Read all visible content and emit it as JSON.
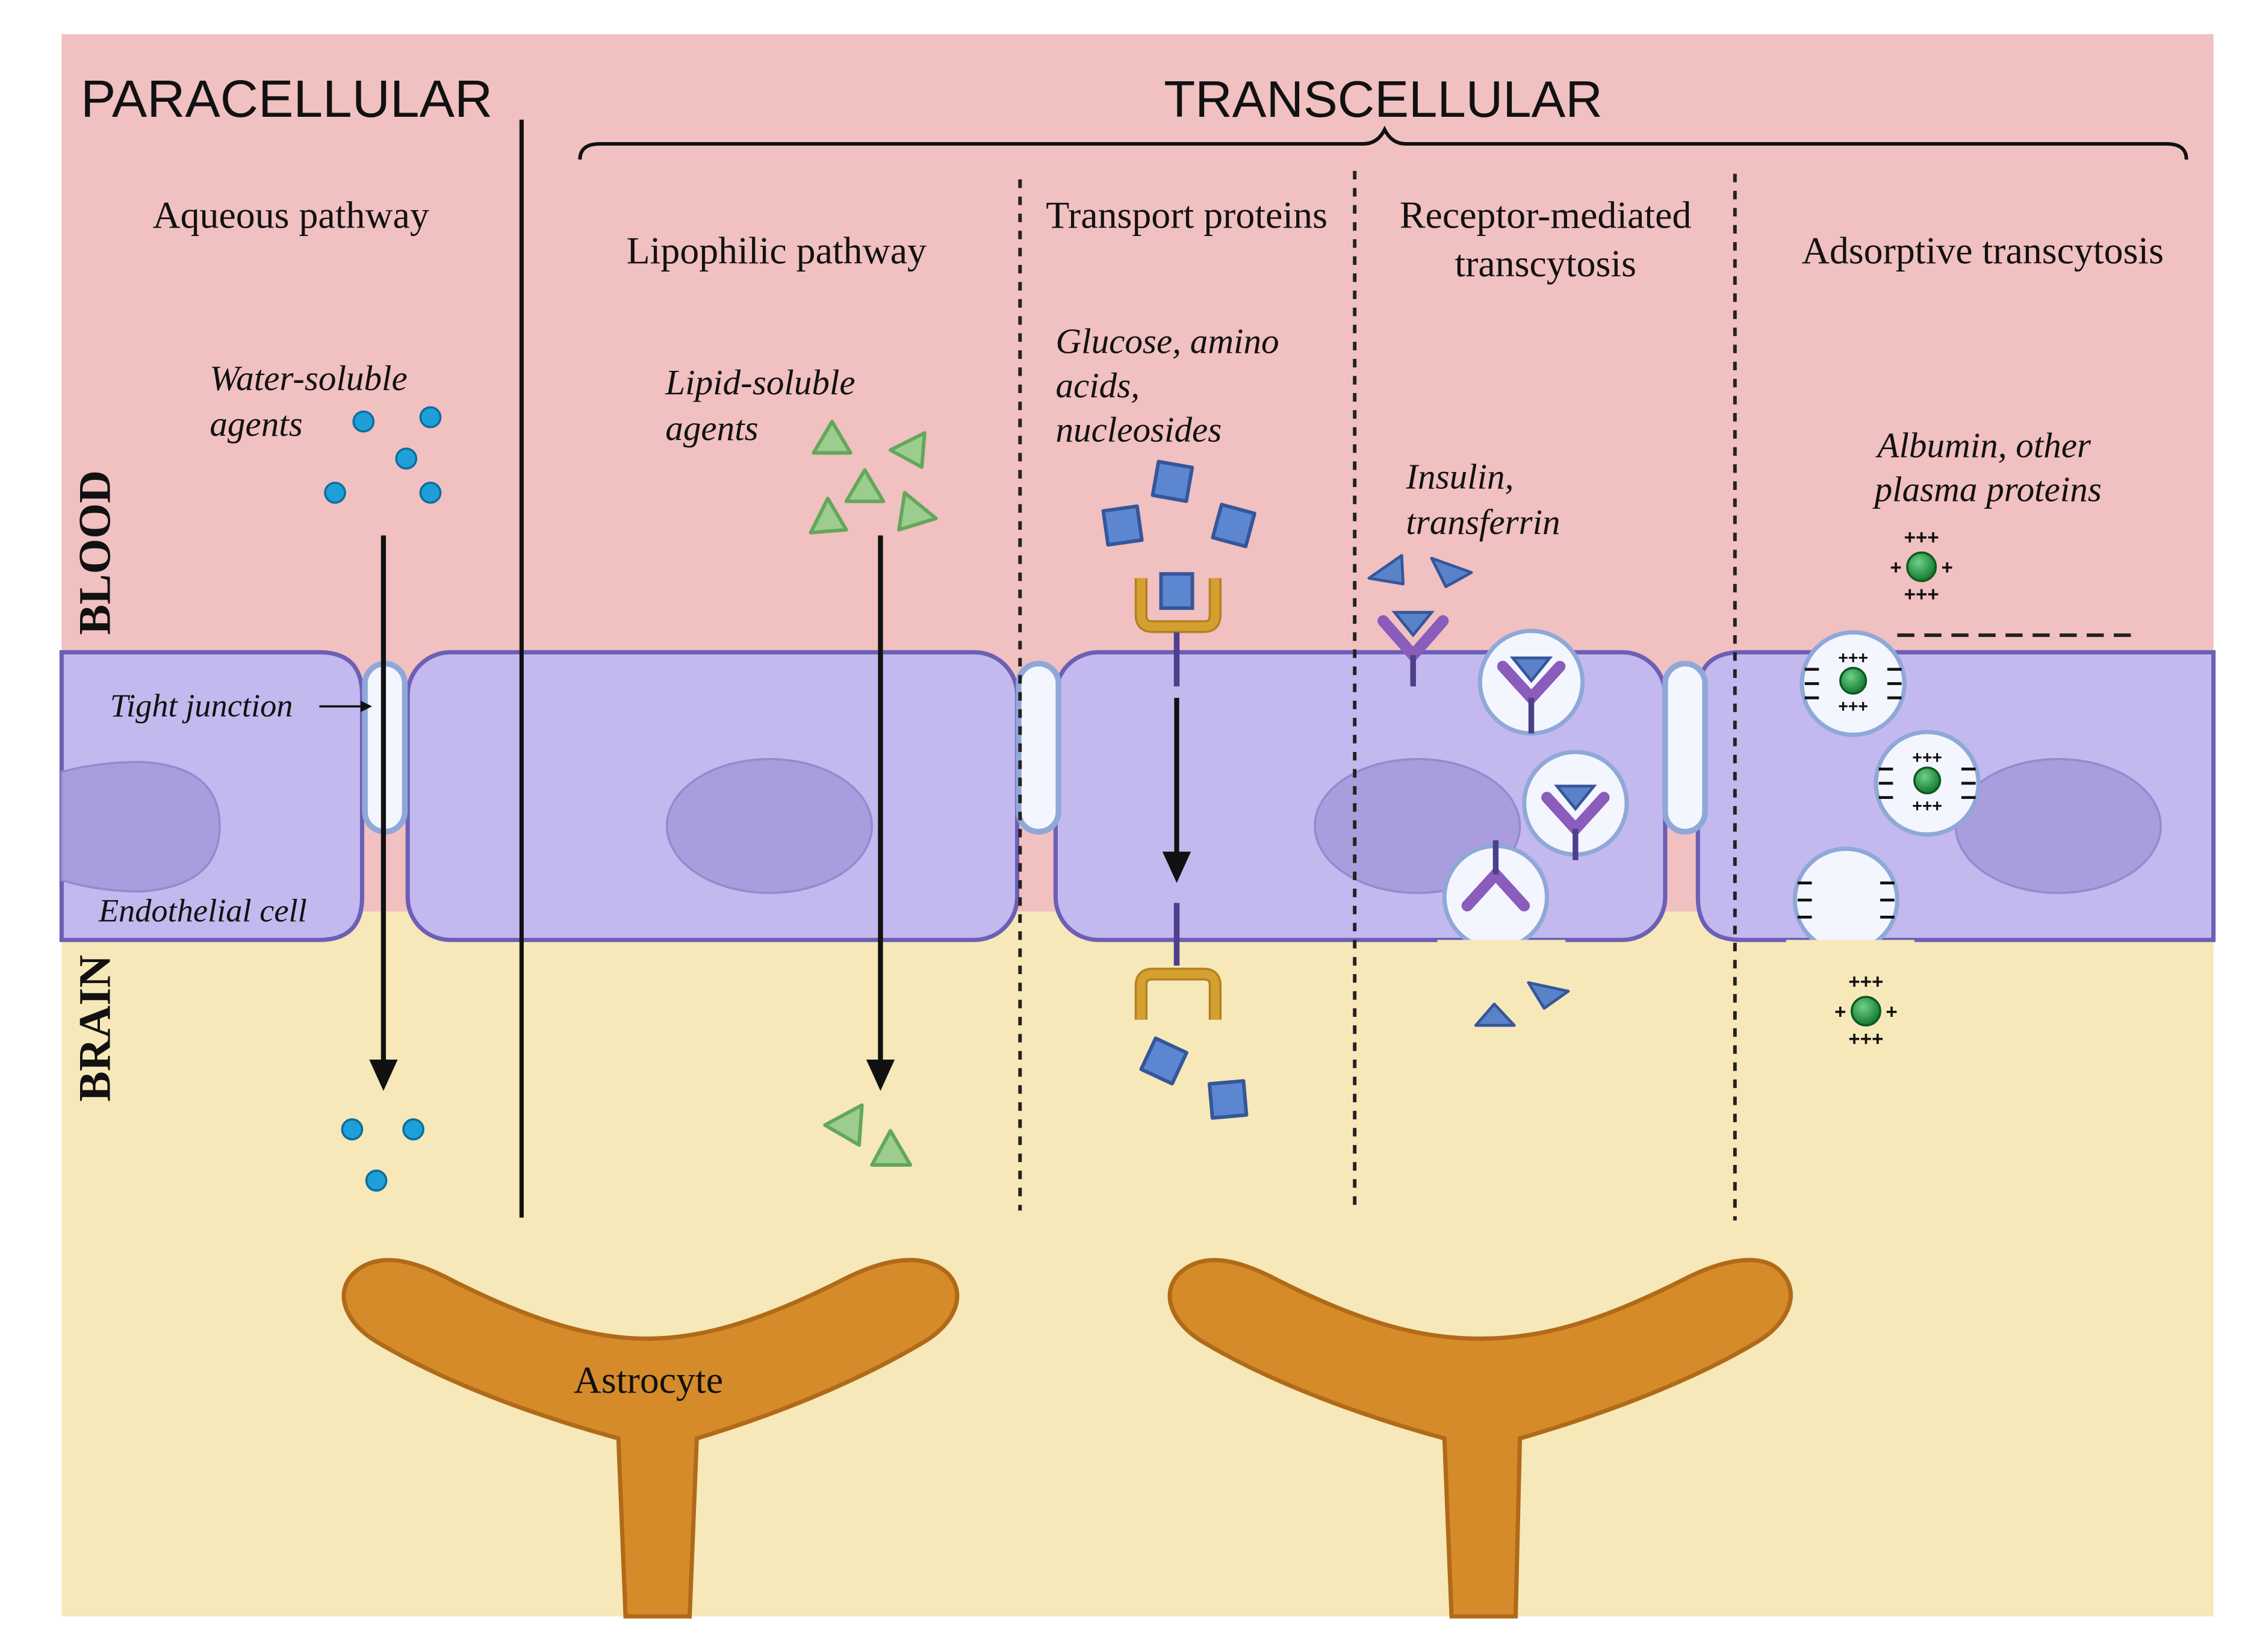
{
  "headers": {
    "paracellular": "PARACELLULAR",
    "transcellular": "TRANSCELLULAR"
  },
  "side_labels": {
    "blood": "BLOOD",
    "brain": "BRAIN"
  },
  "pathways": {
    "aqueous": {
      "title": "Aqueous pathway",
      "agent_line1": "Water-soluble",
      "agent_line2": "agents"
    },
    "lipophilic": {
      "title": "Lipophilic pathway",
      "agent_line1": "Lipid-soluble",
      "agent_line2": "agents"
    },
    "transport": {
      "title": "Transport proteins",
      "agent_line1": "Glucose, amino",
      "agent_line2": "acids,",
      "agent_line3": "nucleosides"
    },
    "receptor": {
      "title_line1": "Receptor-mediated",
      "title_line2": "transcytosis",
      "agent_line1": "Insulin,",
      "agent_line2": "transferrin"
    },
    "adsorptive": {
      "title": "Adsorptive transcytosis",
      "agent_line1": "Albumin, other",
      "agent_line2": "plasma proteins"
    }
  },
  "structures": {
    "tight_junction": "Tight junction",
    "endothelial_cell": "Endothelial cell",
    "astrocyte": "Astrocyte"
  },
  "colors": {
    "blood": "#f1c0c0",
    "brain": "#f6e8b8",
    "cell_fill": "#c3b9ef",
    "cell_stroke": "#6c5fb5",
    "nucleus": "#a99ddd",
    "water_molecule": "#1e9fd8",
    "lipid_molecule": "#9ccd8f",
    "transport_molecule": "#5c86d0",
    "transporter": "#d4a030",
    "insulin": "#5a82c8",
    "receptor": "#8a5cbc",
    "albumin": "#1a8a3a",
    "astrocyte": "#d68b2a",
    "arrow": "#111111"
  }
}
